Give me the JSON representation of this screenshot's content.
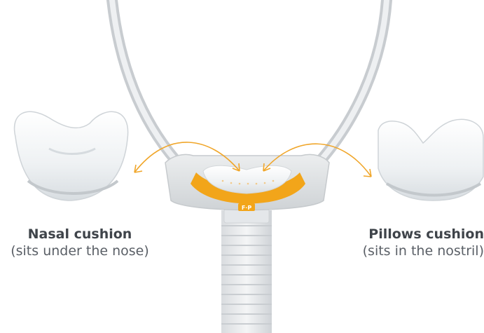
{
  "nasal": {
    "title": "Nasal cushion",
    "subtitle": "(sits under the nose)"
  },
  "pillows": {
    "title": "Pillows cushion",
    "subtitle": "(sits in the nostril)"
  },
  "frame": {
    "logo_text": "F·P"
  },
  "colors": {
    "accent": "#f2a51a",
    "arrow": "#f0a62a",
    "caption": "#4a4f55"
  }
}
